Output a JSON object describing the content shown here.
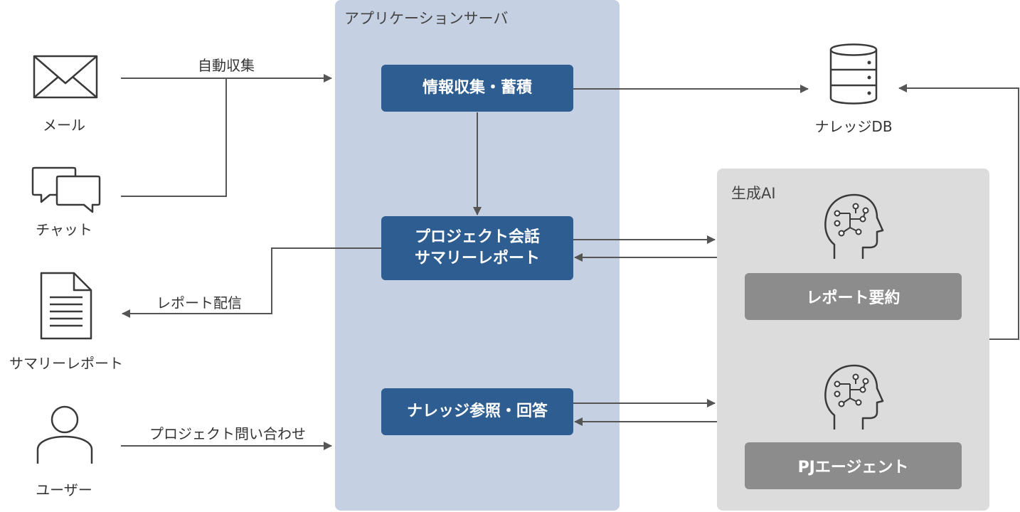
{
  "app_server": {
    "title": "アプリケーションサーバ",
    "collect_box": "情報収集・蓄積",
    "summary_box": "プロジェクト会話\nサマリーレポート",
    "knowledge_box": "ナレッジ参照・回答"
  },
  "gen_ai": {
    "title": "生成AI",
    "report_box": "レポート要約",
    "agent_box": "PJエージェント"
  },
  "sources": {
    "mail": "メール",
    "chat": "チャット",
    "summary_report": "サマリーレポート",
    "user": "ユーザー"
  },
  "database": {
    "label": "ナレッジDB"
  },
  "edges": {
    "auto_collect": "自動収集",
    "report_delivery": "レポート配信",
    "project_inquiry": "プロジェクト問い合わせ"
  },
  "colors": {
    "app_bg": "#c5d0e3",
    "ai_bg": "#dcdcdc",
    "blue_box": "#2e5e91",
    "gray_box": "#8c8c8c",
    "line": "#555555"
  }
}
